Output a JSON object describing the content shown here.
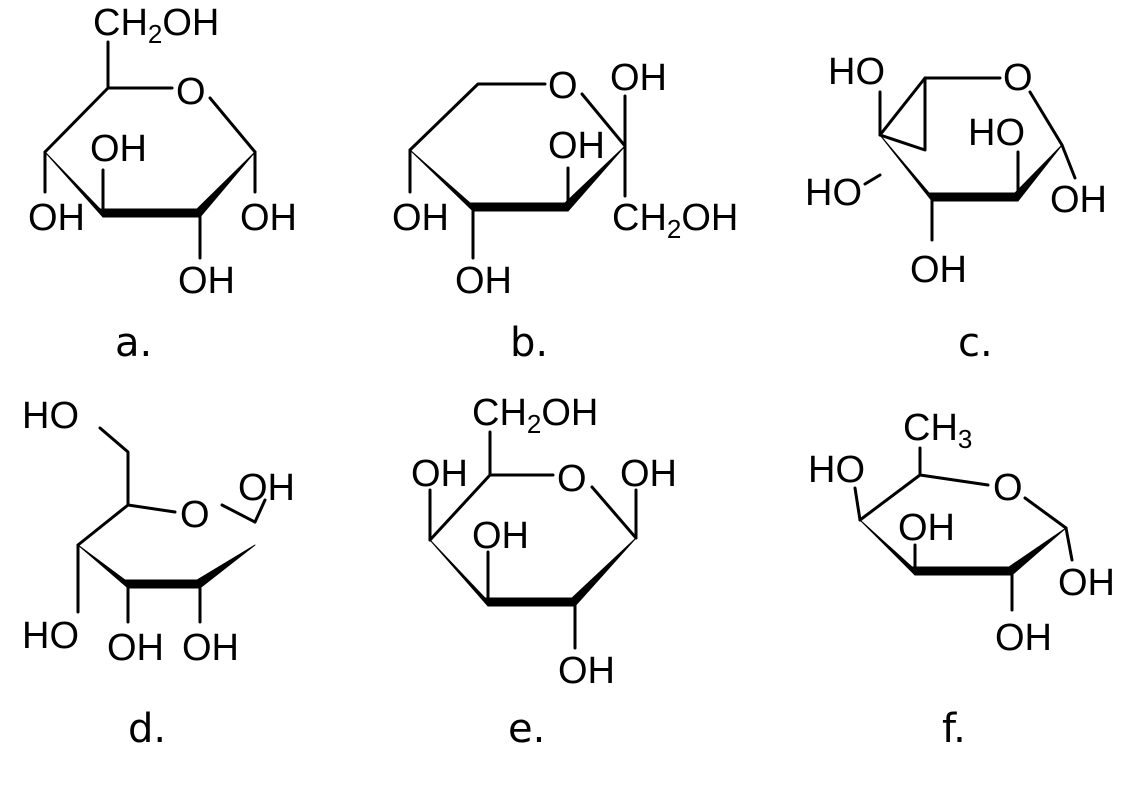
{
  "structures": [
    {
      "caption": "a.",
      "labels": {
        "ch2oh": "CH2OH",
        "ring_o": "O",
        "oh_inner": "OH",
        "oh_left": "OH",
        "oh_right": "OH",
        "oh_bottom": "OH"
      }
    },
    {
      "caption": "b.",
      "labels": {
        "ring_o": "O",
        "oh_anomeric": "OH",
        "oh_inner": "OH",
        "ch2oh": "CH2OH",
        "oh_left": "OH",
        "oh_bottom": "OH"
      }
    },
    {
      "caption": "c.",
      "labels": {
        "ho_top": "HO",
        "ring_o": "O",
        "ho_inner": "HO",
        "ho_left": "HO",
        "oh_right": "OH",
        "oh_bottom": "OH"
      }
    },
    {
      "caption": "d.",
      "labels": {
        "ho_top": "HO",
        "ring_o": "O",
        "oh_anomeric": "OH",
        "ho_left": "HO",
        "oh_bottom1": "OH",
        "oh_bottom2": "OH"
      }
    },
    {
      "caption": "e.",
      "labels": {
        "ch2oh": "CH2OH",
        "ring_o": "O",
        "oh_left": "OH",
        "oh_right": "OH",
        "oh_inner": "OH",
        "oh_bottom": "OH"
      }
    },
    {
      "caption": "f.",
      "labels": {
        "ch3": "CH3",
        "ring_o": "O",
        "ho_left": "HO",
        "oh_inner": "OH",
        "oh_right": "OH",
        "oh_bottom": "OH"
      }
    }
  ]
}
